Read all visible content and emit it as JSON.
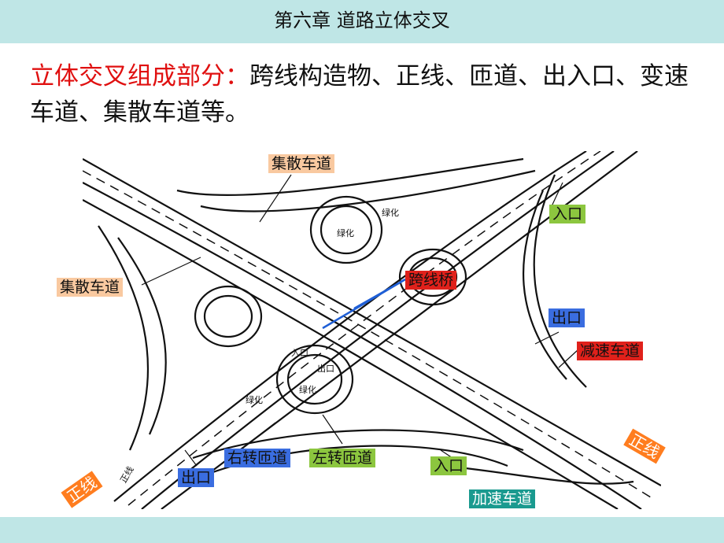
{
  "header": {
    "title": "第六章  道路立体交叉"
  },
  "headline": {
    "lead": "立体交叉组成部分：",
    "rest": "跨线构造物、正线、匝道、出入口、变速车道、集散车道等。"
  },
  "diagram": {
    "labels": {
      "collector_top": "集散车道",
      "collector_left": "集散车道",
      "entrance_right": "入口",
      "overpass": "跨线桥",
      "exit_right": "出口",
      "decel_lane": "减速车道",
      "mainline_right": "正线",
      "exit_bottom": "出口",
      "right_turn_ramp": "右转匝道",
      "left_turn_ramp": "左转匝道",
      "entrance_bottom": "入口",
      "accel_lane": "加速车道",
      "mainline_left": "正线"
    },
    "inner_text": {
      "green_top_a": "绿化",
      "green_top_b": "绿化",
      "green_bottom_a": "绿化",
      "green_bottom_b": "绿化",
      "inner_entrance": "入口",
      "inner_exit": "出口",
      "mainline_small": "正线"
    },
    "colors": {
      "tan": "#f9c9a0",
      "green": "#8cc63f",
      "blue": "#3a6de0",
      "red": "#e0211b",
      "teal": "#1a9a8f",
      "orange": "#ff7d1f",
      "pointer": "#1f5fd6"
    }
  }
}
